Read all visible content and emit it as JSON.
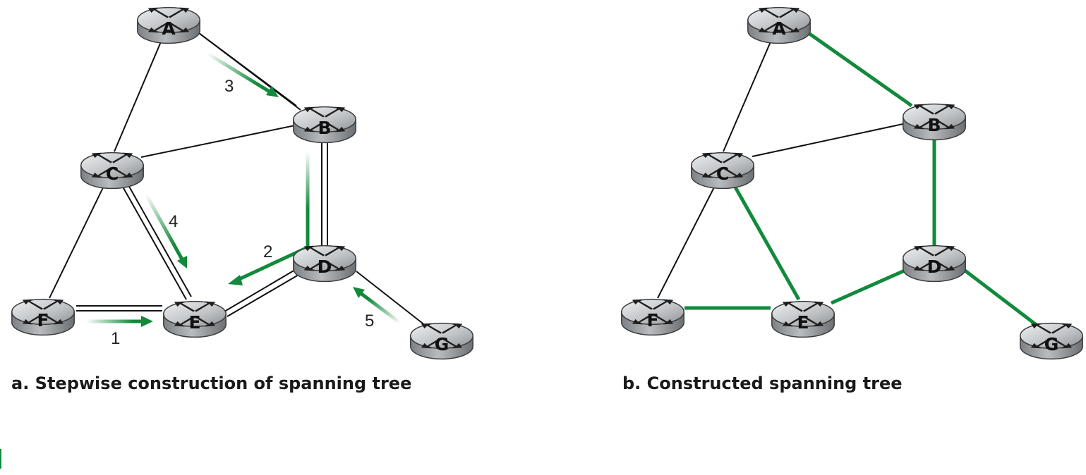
{
  "routers": {
    "A": "A",
    "B": "B",
    "C": "C",
    "D": "D",
    "E": "E",
    "F": "F",
    "G": "G"
  },
  "steps": [
    "1",
    "2",
    "3",
    "4",
    "5"
  ],
  "captions": {
    "a": "a. Stepwise construction of spanning tree",
    "b": "b. Constructed spanning tree"
  },
  "links": [
    [
      "A",
      "B"
    ],
    [
      "A",
      "C"
    ],
    [
      "B",
      "C"
    ],
    [
      "B",
      "D"
    ],
    [
      "C",
      "E"
    ],
    [
      "C",
      "F"
    ],
    [
      "D",
      "E"
    ],
    [
      "E",
      "F"
    ],
    [
      "D",
      "G"
    ]
  ],
  "spanning_tree_links": [
    [
      "A",
      "B"
    ],
    [
      "B",
      "D"
    ],
    [
      "C",
      "E"
    ],
    [
      "D",
      "E"
    ],
    [
      "E",
      "F"
    ],
    [
      "D",
      "G"
    ]
  ],
  "colors": {
    "tree": "#118a3b",
    "link": "#111111",
    "router_body": "#a8abae",
    "router_top": "#c9cccf"
  }
}
